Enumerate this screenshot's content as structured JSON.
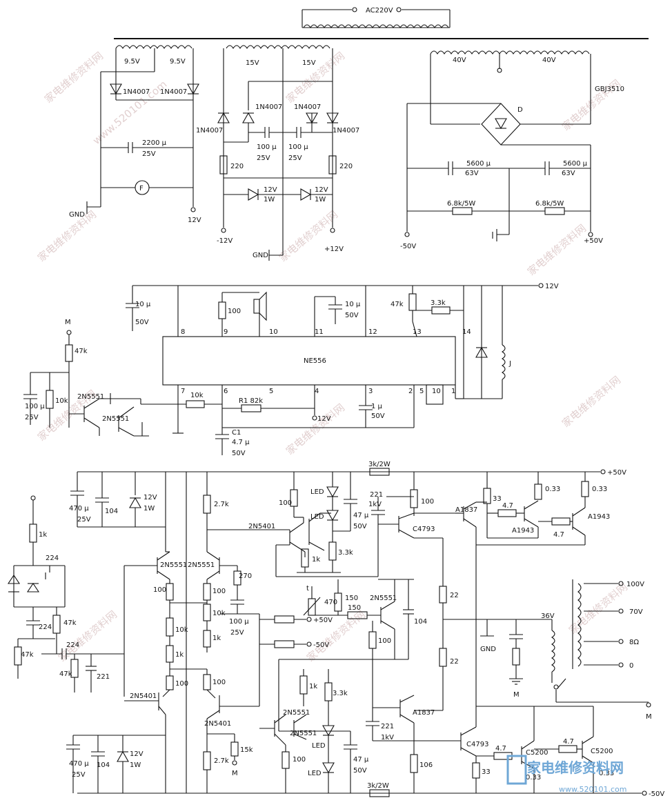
{
  "power": {
    "ac_label": "AC220V",
    "t1": {
      "w1": "9.5V",
      "w2": "9.5V"
    },
    "t2": {
      "w1": "15V",
      "w2": "15V"
    },
    "t3": {
      "w1": "40V",
      "w2": "40V"
    },
    "diode_1n4007": "1N4007",
    "cap_2200_a": "2200 μ",
    "cap_2200_b": "25V",
    "fan": "F",
    "gnd": "GND",
    "v12": "12V",
    "cap_100_a": "100 μ",
    "cap_100_b": "25V",
    "r220": "220",
    "zener_a": "12V",
    "zener_b": "1W",
    "minus12": "-12V",
    "plus12": "+12V",
    "bridge": "GBJ3510",
    "bridge_d": "D",
    "cap_5600_a": "5600 μ",
    "cap_5600_b": "63V",
    "r68": "6.8k/5W",
    "r68b": "6.8k/5W",
    "minus50": "-50V",
    "plus50": "+50V"
  },
  "protect": {
    "chip": "NE556",
    "pins": [
      "8",
      "9",
      "10",
      "11",
      "12",
      "13",
      "14",
      "7",
      "6",
      "5",
      "4",
      "3",
      "2",
      "5",
      "10",
      "1"
    ],
    "cap10_a": "10 μ",
    "cap10_b": "50V",
    "r100": "100",
    "r47k": "47k",
    "r33k": "3.3k",
    "v12": "12V",
    "relay": "J",
    "m": "M",
    "r47k_in": "47k",
    "cap100_a": "100 μ",
    "cap100_b": "25V",
    "r10k": "10k",
    "q1": "2N5551",
    "q2": "2N5551",
    "r10k_b": "10k",
    "r1": "R1 82k",
    "v12b": "12V",
    "c1": "C1",
    "c1_a": "4.7 μ",
    "c1_b": "50V",
    "cap1_a": "1 μ",
    "cap1_b": "50V"
  },
  "amp": {
    "r3k2w": "3k/2W",
    "plus50": "+50V",
    "minus50": "-50V",
    "c470_a": "470 μ",
    "c470_b": "25V",
    "c104": "104",
    "z12_a": "12V",
    "z12_b": "1W",
    "r2k7": "2.7k",
    "r100": "100",
    "led": "LED",
    "c47_a": "47 μ",
    "c47_b": "50V",
    "c221": "221",
    "c1kv": "1kV",
    "q_2n5401": "2N5401",
    "q_c4793": "C4793",
    "q_a1837": "A1837",
    "q_a1943": "A1943",
    "r33": "33",
    "r033": "0.33",
    "r47": "4.7",
    "r1k": "1k",
    "r33k": "3.3k",
    "c224": "224",
    "r47k": "47k",
    "q_2n5551": "2N5551",
    "r270": "270",
    "c100_a": "100 μ",
    "c100_b": "25V",
    "r10k": "10k",
    "th_t": "t",
    "r470": "470",
    "r150": "150",
    "r22": "22",
    "gnd": "GND",
    "m": "M",
    "tap100": "100V",
    "tap70": "70V",
    "tap8": "8Ω",
    "tap0": "0",
    "v36": "36V",
    "r15k": "15k",
    "r106": "106",
    "q_c5200": "C5200"
  },
  "watermark": {
    "text": "家电维修资料网",
    "url": "www.520101.com",
    "logo": "家电维修资料网",
    "logo_url": "www.520101.com"
  }
}
